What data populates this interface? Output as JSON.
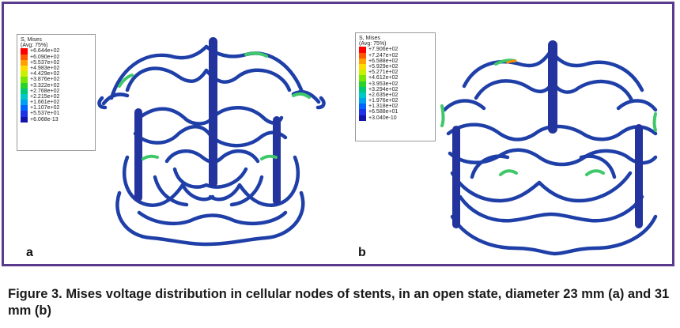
{
  "figure": {
    "caption": "Figure 3. Mises voltage distribution in cellular nodes of stents, in an open state, diameter 23 mm (a) and 31 mm (b)"
  },
  "panels": [
    {
      "letter": "a",
      "legend": {
        "title_line1": "S, Mises",
        "title_line2": "(Avg: 75%)",
        "entries": [
          {
            "label": "+6.644e+02",
            "color": "#ff0000"
          },
          {
            "label": "+6.090e+02",
            "color": "#ff5a00"
          },
          {
            "label": "+5.537e+02",
            "color": "#ffa000"
          },
          {
            "label": "+4.983e+02",
            "color": "#ffdc00"
          },
          {
            "label": "+4.429e+02",
            "color": "#c8f000"
          },
          {
            "label": "+3.876e+02",
            "color": "#78e600"
          },
          {
            "label": "+3.322e+02",
            "color": "#28d228"
          },
          {
            "label": "+2.768e+02",
            "color": "#00c878"
          },
          {
            "label": "+2.215e+02",
            "color": "#00c8c8"
          },
          {
            "label": "+1.661e+02",
            "color": "#00a0f0"
          },
          {
            "label": "+1.107e+02",
            "color": "#0064ff"
          },
          {
            "label": "+5.537e+01",
            "color": "#1e32e6"
          },
          {
            "label": "+6.068e-13",
            "color": "#1414aa"
          }
        ]
      }
    },
    {
      "letter": "b",
      "legend": {
        "title_line1": "S, Mises",
        "title_line2": "(Avg: 75%)",
        "entries": [
          {
            "label": "+7.906e+02",
            "color": "#ff0000"
          },
          {
            "label": "+7.247e+02",
            "color": "#ff5a00"
          },
          {
            "label": "+6.588e+02",
            "color": "#ffa000"
          },
          {
            "label": "+5.929e+02",
            "color": "#ffdc00"
          },
          {
            "label": "+5.271e+02",
            "color": "#c8f000"
          },
          {
            "label": "+4.612e+02",
            "color": "#78e600"
          },
          {
            "label": "+3.953e+02",
            "color": "#28d228"
          },
          {
            "label": "+3.294e+02",
            "color": "#00c878"
          },
          {
            "label": "+2.635e+02",
            "color": "#00c8c8"
          },
          {
            "label": "+1.976e+02",
            "color": "#00a0f0"
          },
          {
            "label": "+1.318e+02",
            "color": "#0064ff"
          },
          {
            "label": "+6.588e+01",
            "color": "#1e32e6"
          },
          {
            "label": "+3.040e-10",
            "color": "#1414aa"
          }
        ]
      }
    }
  ],
  "colors": {
    "frame": "#5a3a8c",
    "stent_base": "#1f3fa8",
    "stent_hot": "#3fc86a"
  }
}
